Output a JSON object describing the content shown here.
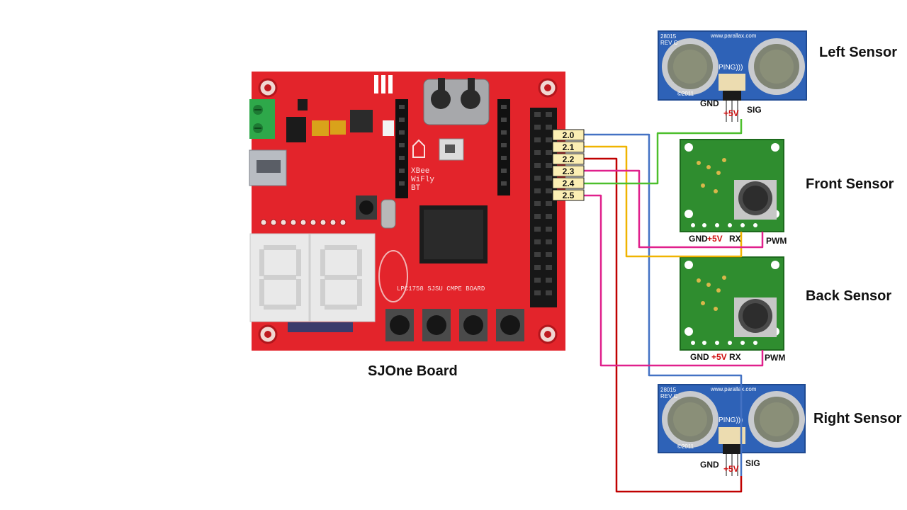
{
  "board": {
    "caption": "SJOne Board",
    "silk_title": "LPC1758 SJSU CMPE BOARD",
    "xbee_label": "XBee WiFly BT",
    "pins": [
      "2.0",
      "2.1",
      "2.2",
      "2.3",
      "2.4",
      "2.5"
    ]
  },
  "sensors": {
    "left": {
      "title": "Left Sensor",
      "gnd": "GND",
      "v5": "+5V",
      "sig": "SIG",
      "model": "28015",
      "rev": "REV C",
      "url": "www.parallax.com",
      "brand": "PING)))",
      "year": "©2011"
    },
    "front": {
      "title": "Front Sensor",
      "gnd": "GND",
      "v5": "+5V",
      "rx": "RX",
      "pwm": "PWM"
    },
    "back": {
      "title": "Back Sensor",
      "gnd": "GND",
      "v5": "+5V",
      "rx": "RX",
      "pwm": "PWM"
    },
    "right": {
      "title": "Right Sensor",
      "gnd": "GND",
      "v5": "+5V",
      "sig": "SIG",
      "model": "28015",
      "rev": "REV C",
      "url": "www.parallax.com",
      "brand": "PING)))",
      "year": "©2011"
    }
  },
  "wire_colors": {
    "p2_0": "#4472c4",
    "p2_1": "#f0b400",
    "p2_2": "#c00000",
    "p2_3": "#e0208c",
    "p2_4": "#4cbf2c",
    "p2_5": "#e0208c"
  }
}
